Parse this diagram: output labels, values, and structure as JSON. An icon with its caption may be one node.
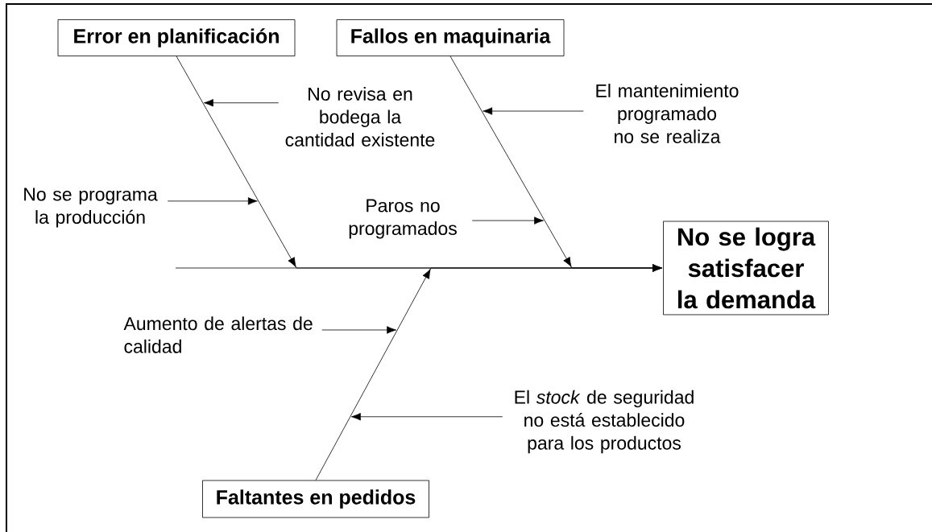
{
  "diagram": {
    "nodes": [
      {
        "text": [
          "Error en planificación"
        ]
      },
      {
        "text": [
          "Fallos en maquinaria"
        ]
      },
      {
        "text": [
          "Faltantes en pedidos"
        ]
      },
      {
        "text": [
          "No se logra satisfacer la demanda"
        ]
      },
      {
        "text": [
          "No revisa en bodega la cantidad existente"
        ]
      },
      {
        "text": [
          "No se programa la producción"
        ]
      },
      {
        "text": [
          "El mantenimiento programado no se realiza"
        ]
      },
      {
        "text": [
          "Paros no programados"
        ]
      },
      {
        "text": [
          "Aumento de alertas de calidad"
        ]
      },
      {
        "text": [
          "El *stock* de seguridad no está establecido para los productos"
        ]
      }
    ],
    "edges": [
      {
        "from": 0,
        "to": 3,
        "arrow": "to"
      },
      {
        "from": 1,
        "to": 3,
        "arrow": "to"
      },
      {
        "from": 2,
        "to": 3,
        "arrow": "to"
      },
      {
        "from": null,
        "to": 3,
        "arrow": "to"
      },
      {
        "from": 4,
        "to": null,
        "arrow": "to"
      },
      {
        "from": 5,
        "to": null,
        "arrow": "to"
      },
      {
        "from": 6,
        "to": null,
        "arrow": "to"
      },
      {
        "from": 7,
        "to": null,
        "arrow": "to"
      },
      {
        "from": 8,
        "to": null,
        "arrow": "to"
      },
      {
        "from": 9,
        "to": null,
        "arrow": "to"
      }
    ]
  }
}
